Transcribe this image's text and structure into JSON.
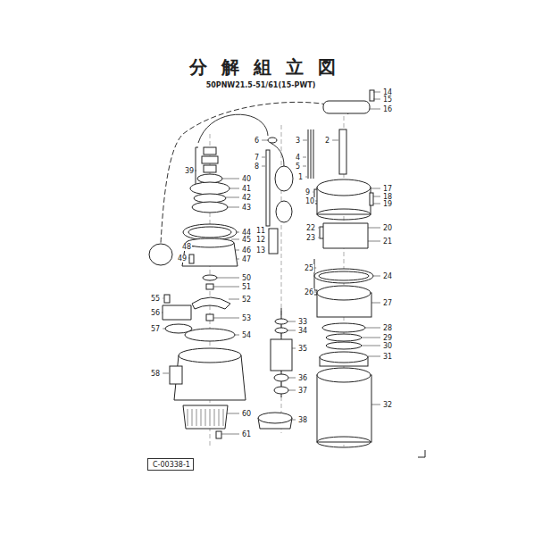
{
  "diagram": {
    "title": "分解組立図",
    "nodes": [
      {
        "text": [
          "C-00338-1"
        ]
      }
    ],
    "labels": [
      "50PNW21.5-51/61(15-PWT)",
      "14",
      "15",
      "16",
      "6",
      "3",
      "2",
      "7",
      "8",
      "4",
      "5",
      "1",
      "17",
      "18",
      "19",
      "9",
      "10",
      "39",
      "40",
      "41",
      "42",
      "43",
      "11",
      "12",
      "13",
      "22",
      "23",
      "20",
      "21",
      "44",
      "45",
      "48",
      "46",
      "49",
      "47",
      "25",
      "24",
      "50",
      "51",
      "26",
      "27",
      "55",
      "52",
      "56",
      "33",
      "53",
      "34",
      "57",
      "54",
      "28",
      "29",
      "30",
      "35",
      "31",
      "58",
      "36",
      "37",
      "32",
      "60",
      "38",
      "61"
    ]
  }
}
